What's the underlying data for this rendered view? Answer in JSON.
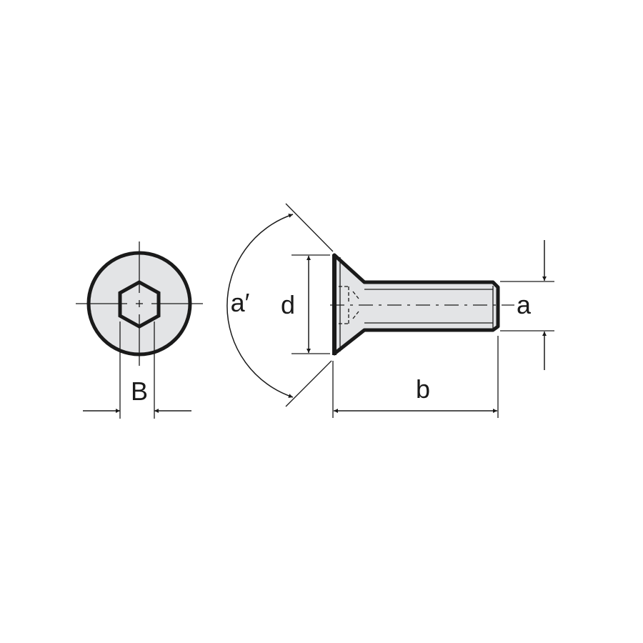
{
  "labels": {
    "socket_width": "B",
    "head_angle": "a′",
    "head_diameter": "d",
    "thread_diameter": "a",
    "length": "b"
  },
  "colors": {
    "fill": "#e3e4e6",
    "line": "#1a1a1a"
  }
}
